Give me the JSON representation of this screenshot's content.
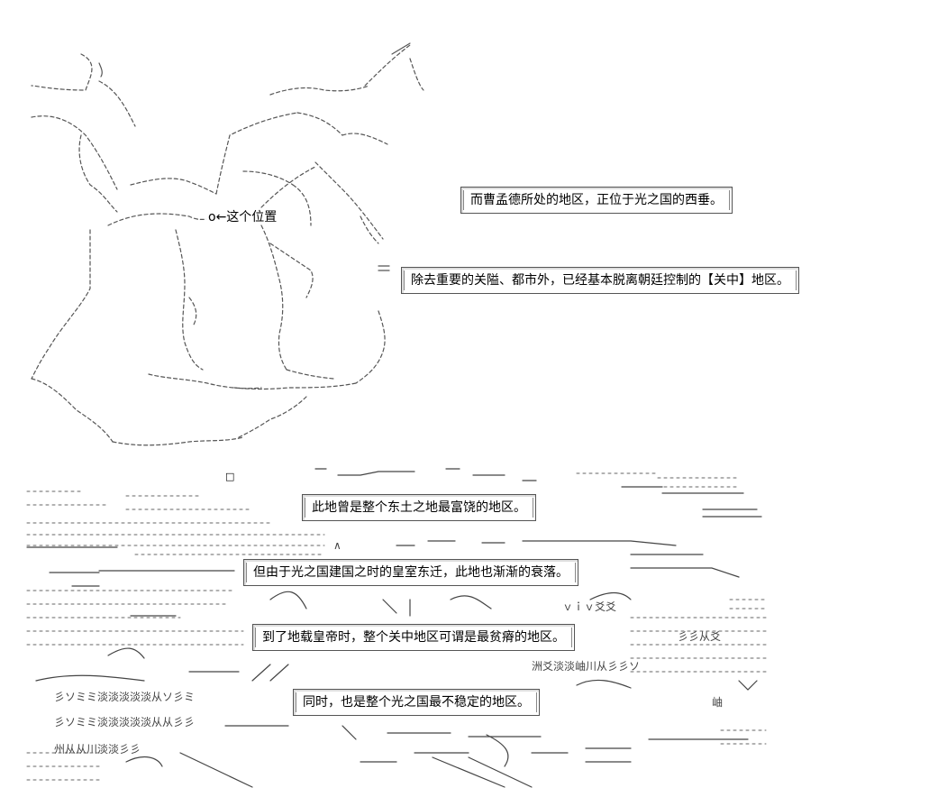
{
  "map": {
    "marker_text": "o←这个位置"
  },
  "captions": [
    "而曹孟德所处的地区，正位于光之国的西垂。",
    "除去重要的关隘、都市外，已经基本脱离朝廷控制的【关中】地区。",
    "此地曾是整个东土之地最富饶的地区。",
    "但由于光之国建国之时的皇室东迁，此地也渐渐的衰落。",
    "到了地载皇帝时，整个关中地区可谓是最贫瘠的地区。",
    "同时，也是整个光之国最不稳定的地区。"
  ],
  "art_glyphs": {
    "square": "□",
    "river_label_1": "ｖｉｖ爻爻",
    "river_label_2": "洲爻淡淡岫川从彡彡ソ",
    "river_label_3": "彡ソミミ淡淡淡淡淡从ソ彡ミ",
    "river_label_4": "彡ソミミ淡淡淡淡淡从从彡彡",
    "river_label_5": "州从从川淡淡彡彡",
    "river_label_6": "彡彡从爻",
    "river_label_7": "岫",
    "river_label_8": "∧"
  },
  "colors": {
    "line": "#444444",
    "caption_border": "#555555"
  }
}
